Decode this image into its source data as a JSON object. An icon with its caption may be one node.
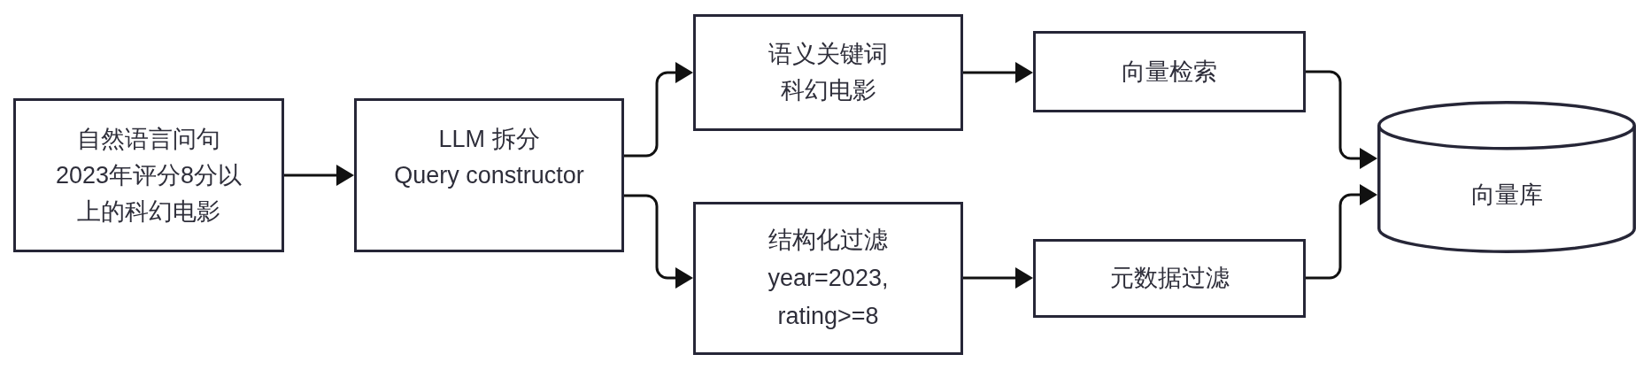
{
  "diagram": {
    "nodes": [
      {
        "text": [
          "自然语言问句",
          "2023年评分8分以上的科幻电影"
        ]
      },
      {
        "text": [
          "LLM 拆分",
          "Query constructor"
        ]
      },
      {
        "text": [
          "语义关键词",
          "科幻电影"
        ]
      },
      {
        "text": [
          "结构化过滤",
          "year=2023, rating>=8"
        ]
      },
      {
        "text": [
          "向量检索"
        ]
      },
      {
        "text": [
          "元数据过滤"
        ]
      },
      {
        "text": [
          "向量库"
        ]
      }
    ],
    "edges": [
      {
        "from": 0,
        "to": 1,
        "arrow": "to"
      },
      {
        "from": 1,
        "to": 2,
        "arrow": "to"
      },
      {
        "from": 1,
        "to": 3,
        "arrow": "to"
      },
      {
        "from": 2,
        "to": 4,
        "arrow": "to"
      },
      {
        "from": 3,
        "to": 5,
        "arrow": "to"
      },
      {
        "from": 4,
        "to": 6,
        "arrow": "to"
      },
      {
        "from": 5,
        "to": 6,
        "arrow": "to"
      }
    ]
  }
}
